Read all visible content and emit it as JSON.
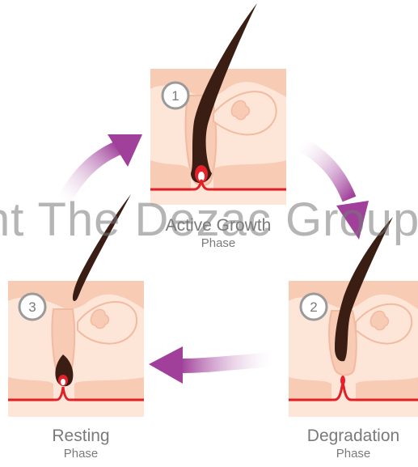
{
  "phases": [
    {
      "number": "1",
      "title": "Active Growth",
      "subtitle": "Phase"
    },
    {
      "number": "2",
      "title": "Degradation",
      "subtitle": "Phase"
    },
    {
      "number": "3",
      "title": "Resting",
      "subtitle": "Phase"
    }
  ],
  "watermark": "nt The Dezac Group",
  "colors": {
    "skin_light": "#fde6d8",
    "skin_mid": "#f8cbb4",
    "skin_line": "#f3b9a1",
    "hair": "#3a1e14",
    "papilla": "#e8202c",
    "vessel": "#e02026",
    "arrow": "#a0409a",
    "badge_border": "#9a9a9a",
    "text": "#7a7a7a"
  }
}
